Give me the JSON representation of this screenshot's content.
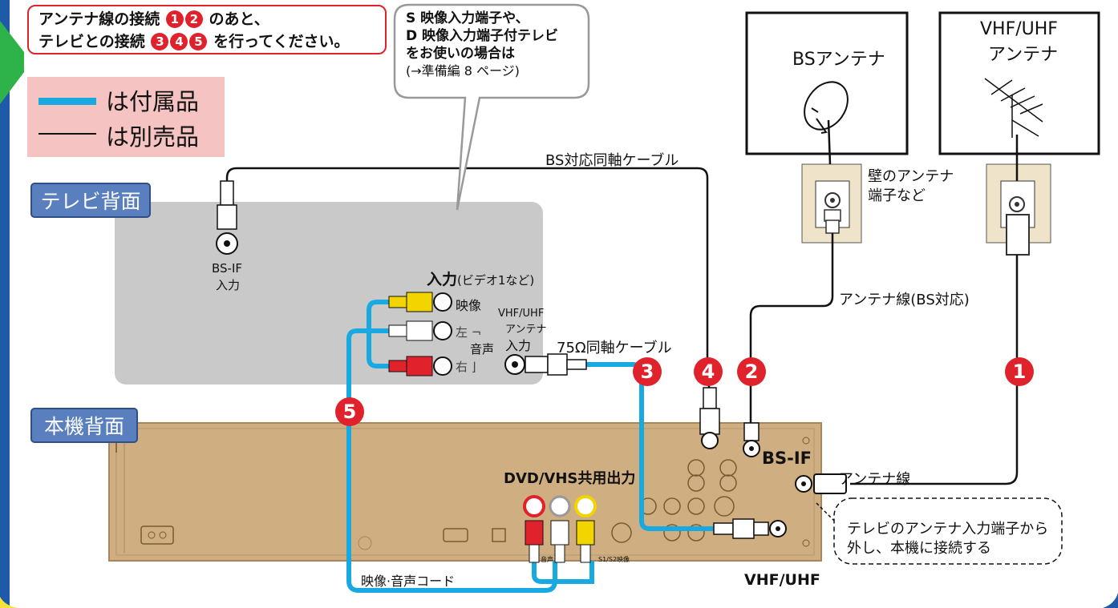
{
  "callout": {
    "line1_text": "アンテナ線の接続",
    "line1_nums": [
      "1",
      "2"
    ],
    "line1_suffix": "のあと、",
    "line2_text": "テレビとの接続",
    "line2_nums": [
      "3",
      "4",
      "5"
    ],
    "line2_suffix": "を行ってください。"
  },
  "speech_bubble": {
    "line1": "S 映像入力端子や、",
    "line2": "D 映像入力端子付テレビ",
    "line3": "をお使いの場合は",
    "line4": "(→準備編 8 ページ)"
  },
  "legend": {
    "included": "は付属品",
    "sold_separately": "は別売品"
  },
  "sections": {
    "tv_back": "テレビ背面",
    "unit_back": "本機背面"
  },
  "antennas": {
    "bs": "BSアンテナ",
    "vhf_line1": "VHF/UHF",
    "vhf_line2": "アンテナ"
  },
  "labels": {
    "bs_cable": "BS対応同軸ケーブル",
    "wall_outlet_line1": "壁のアンテナ",
    "wall_outlet_line2": "端子など",
    "bs_if_line1": "BS-IF",
    "bs_if_line2": "入力",
    "input_title": "入力",
    "input_sub": "(ビデオ1など)",
    "video": "映像",
    "left": "左",
    "right": "右",
    "audio": "音声",
    "vhf_in_line1": "VHF/UHF",
    "vhf_in_line2": "アンテナ",
    "vhf_in_line3": "入力",
    "coax_75": "75Ω同軸ケーブル",
    "antenna_bs": "アンテナ線(BS対応)",
    "dvd_vhs_out": "DVD/VHS共用出力",
    "bs_if_unit": "BS-IF",
    "antenna_line": "アンテナ線",
    "vhf_uhf_unit": "VHF/UHF",
    "av_cord": "映像·音声コード",
    "audio_small": "音声",
    "s_video_small": "S1/S2映像",
    "note_line1": "テレビのアンテナ入力端子から",
    "note_line2": "外し、本機に接続する"
  },
  "markers": [
    "1",
    "2",
    "3",
    "4",
    "5"
  ],
  "colors": {
    "red_marker": "#e0222c",
    "included_cable": "#19a9e1",
    "tv_panel": "#c9c9c9",
    "unit_body": "#cfae82",
    "section_label": "#5a7fbf",
    "legend_bg": "#f6c3c3",
    "left_bar": "#1e5aa8",
    "arrow": "#2db34a"
  }
}
